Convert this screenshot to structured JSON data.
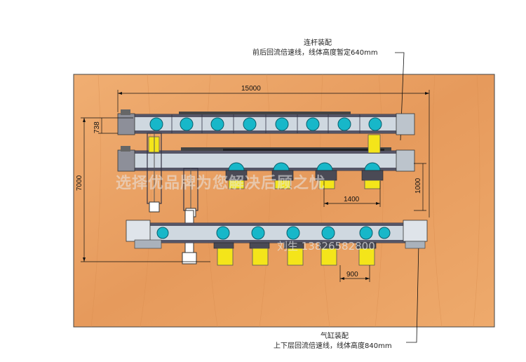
{
  "annotations": {
    "top_title": "连杆装配",
    "top_desc": "前后回流倍速线，线体高度暂定640mm",
    "bottom_title": "气缸装配",
    "bottom_desc": "上下层回流倍速线，线体高度840mm"
  },
  "dimensions": {
    "overall_length": "15000",
    "overall_width": "7000",
    "pitch_738": "738",
    "gap_1000": "1000",
    "spacing_1400": "1400",
    "spacing_900": "900"
  },
  "watermark": {
    "slogan": "选择优品牌为您解决后顾之忧",
    "contact": "刘生 13826582800"
  },
  "colors": {
    "wood": "#e9a063",
    "frame": "#555566",
    "frame_dark": "#333344",
    "station_blue": "#17b7c9",
    "fixture_yellow": "#f4e51a",
    "dim_line": "#111111"
  }
}
